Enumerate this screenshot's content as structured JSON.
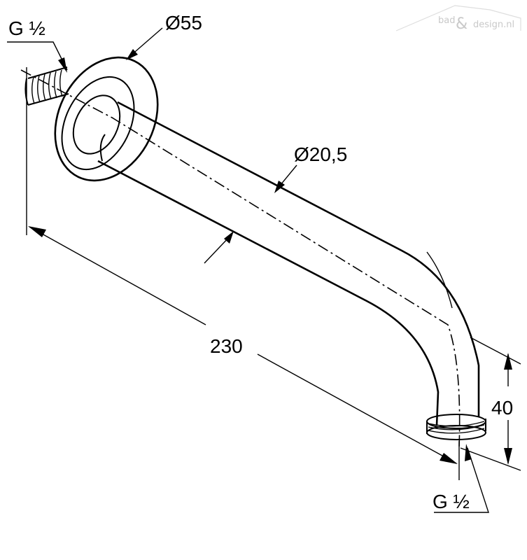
{
  "watermark": {
    "brand_left": "bad",
    "ampersand": "&",
    "brand_right": "design.nl"
  },
  "dimensions": {
    "thread_inlet": "G ½",
    "flange_diameter": "Ø55",
    "pipe_diameter": "Ø20,5",
    "length": "230",
    "drop": "40",
    "thread_outlet": "G ½"
  }
}
